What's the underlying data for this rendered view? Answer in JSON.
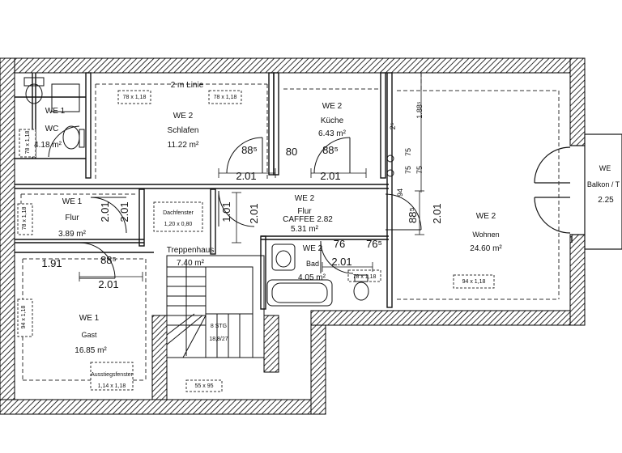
{
  "colors": {
    "wall_hatch": "#000000",
    "background": "#ffffff",
    "line": "#111111"
  },
  "rooms": {
    "schlafen": {
      "unit": "WE 2",
      "name": "Schlafen",
      "area": "11.22 m²"
    },
    "kueche": {
      "unit": "WE 2",
      "name": "Küche",
      "area": "6.43 m²"
    },
    "wc": {
      "unit": "WE",
      "name": "WC",
      "area": "4.18 m²"
    },
    "wc_top": {
      "unit": "WE 1"
    },
    "flur1": {
      "unit": "WE 1",
      "name": "Flur",
      "area": "3.89 m²"
    },
    "flur2": {
      "unit": "WE 2",
      "name": "Flur",
      "area": "5.31 m²",
      "overlay": "CAFFEE 2.82"
    },
    "treppenhaus": {
      "name": "Treppenhaus",
      "area": "7.40 m²"
    },
    "bad": {
      "unit": "WE 2",
      "name": "Bad",
      "area": "4.05 m²"
    },
    "wohnen": {
      "unit": "WE 2",
      "name": "Wohnen",
      "area": "24.60 m²"
    },
    "gast": {
      "unit": "WE 1",
      "name": "Gast",
      "area": "16.85 m²"
    },
    "balkon": {
      "unit": "WE",
      "name": "Balkon / T",
      "area": "2.25"
    }
  },
  "annotations": {
    "linie": "2 m Linie",
    "window_schlafen_l": "78 x 1,18",
    "window_schlafen_r": "78 x 1,18",
    "window_wc": "78 x 1,18",
    "window_flur": "78 x 1,18",
    "window_gast": "94 x 1,18",
    "window_gast_bottom": "55 x 95",
    "window_wohnen": "94 x 1,18",
    "window_bad": "78 x 1,18",
    "kueche_code": "WE 2",
    "dachfenster_label": "Dachfenster",
    "dachfenster_size": "1,20 x 0,80",
    "ausstiegsfenster_label": "Ausstiegsfenster",
    "ausstiegsfenster_size": "1,14 x 1,18",
    "stairs_steps": "8 STG",
    "stairs_dim": "18,8/27"
  },
  "dimensions": {
    "d_2_01_schlafen": "2.01",
    "d_88_schlafen": "88⁵",
    "d_80": "80",
    "d_88_kueche": "88⁵",
    "d_2_01_kueche": "2.01",
    "d_2_01_flur_a": "2.01",
    "d_2_01_flur_b": "2.01",
    "d_1_01": "1.01",
    "d_2_01_hall": "2.01",
    "d_1_91": "1.91",
    "d_88_gast": "88⁵",
    "d_2_01_gast": "2.01",
    "d_76": "76",
    "d_76_5": "76⁵",
    "d_2_01_bad": "2.01",
    "d_1_88": "1.88⁵",
    "d_2_5": "2⁵",
    "d_75a": "75",
    "d_75b": "75",
    "d_75c": "75",
    "d_94": "94",
    "d_88_wohnen": "88⁵",
    "d_2_01_wohnen": "2.01"
  }
}
